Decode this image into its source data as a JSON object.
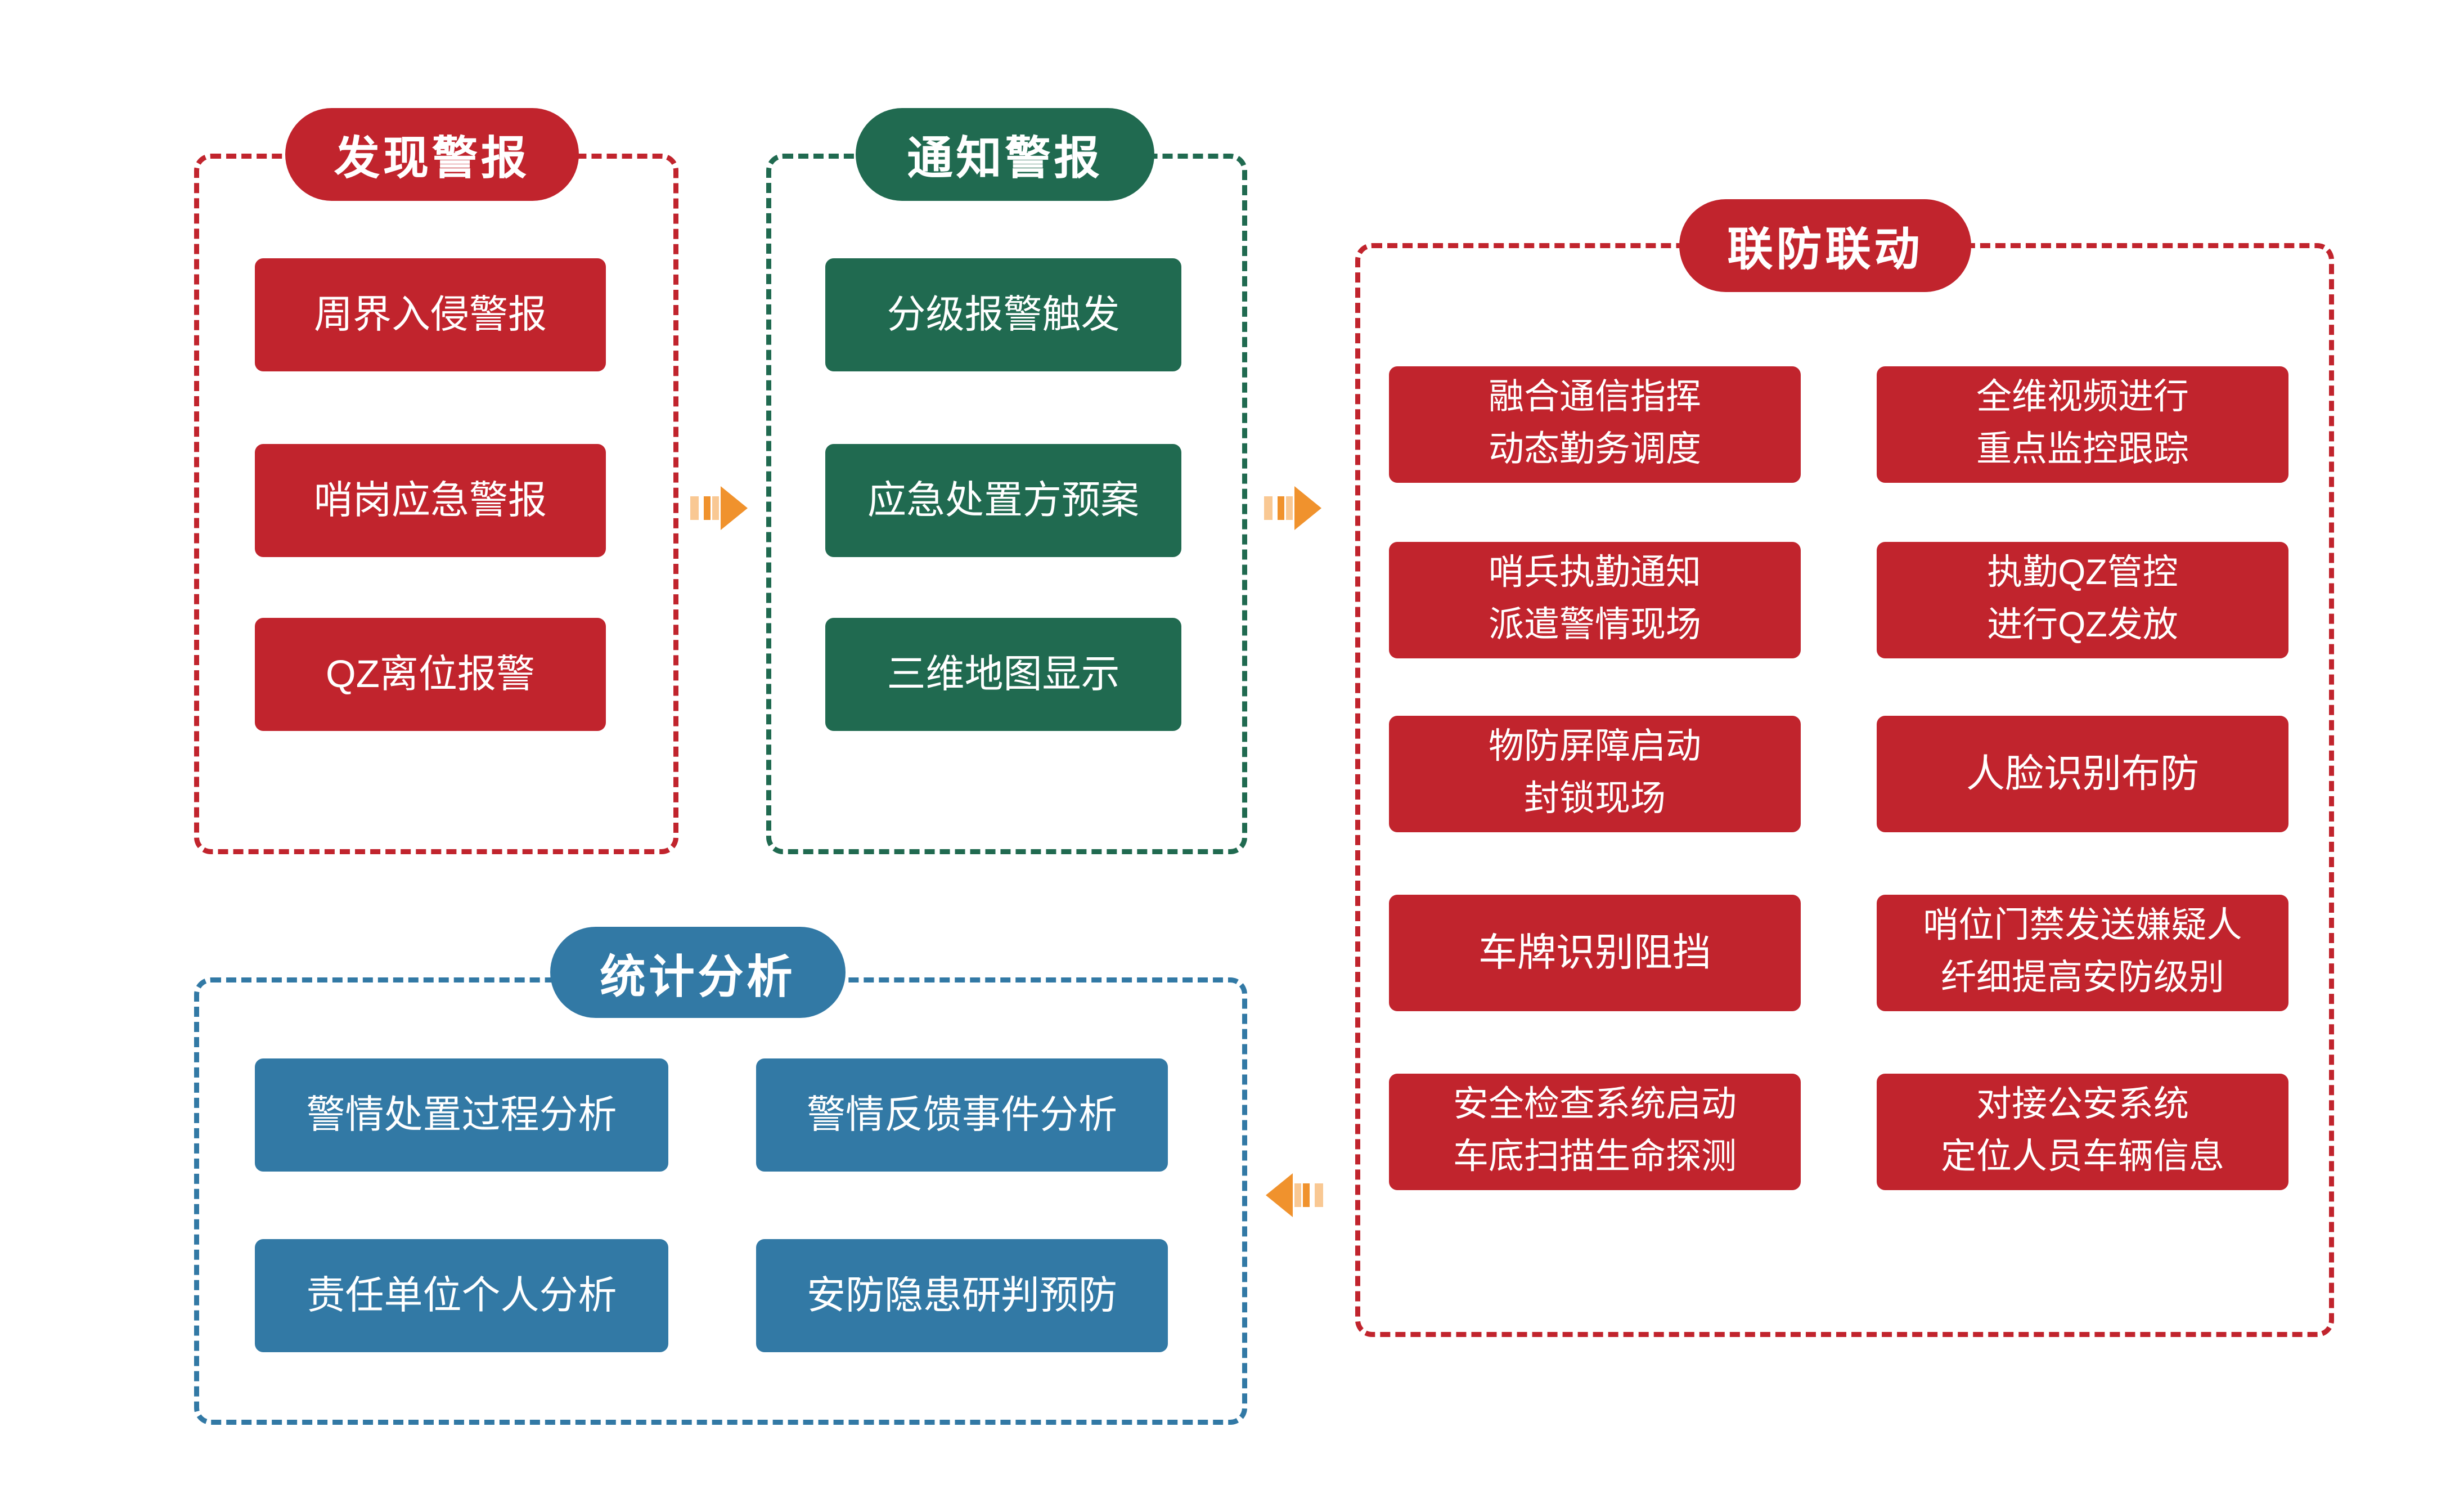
{
  "colors": {
    "red": "#c1242d",
    "green": "#206a50",
    "blue": "#3279a5",
    "arrow": "#f0922d",
    "arrow_light": "#f9c893"
  },
  "groups": {
    "discover": {
      "title": "发现警报",
      "items": [
        "周界入侵警报",
        "哨岗应急警报",
        "QZ离位报警"
      ]
    },
    "notify": {
      "title": "通知警报",
      "items": [
        "分级报警触发",
        "应急处置方预案",
        "三维地图显示"
      ]
    },
    "joint": {
      "title": "联防联动",
      "left_items": [
        "融合通信指挥\n动态勤务调度",
        "哨兵执勤通知\n派遣警情现场",
        "物防屏障启动\n封锁现场",
        "车牌识别阻挡",
        "安全检查系统启动\n车底扫描生命探测"
      ],
      "right_items": [
        "全维视频进行\n重点监控跟踪",
        "执勤QZ管控\n进行QZ发放",
        "人脸识别布防",
        "哨位门禁发送嫌疑人\n纤细提高安防级别",
        "对接公安系统\n定位人员车辆信息"
      ]
    },
    "stats": {
      "title": "统计分析",
      "items": [
        "警情处置过程分析",
        "警情反馈事件分析",
        "责任单位个人分析",
        "安防隐患研判预防"
      ]
    }
  }
}
